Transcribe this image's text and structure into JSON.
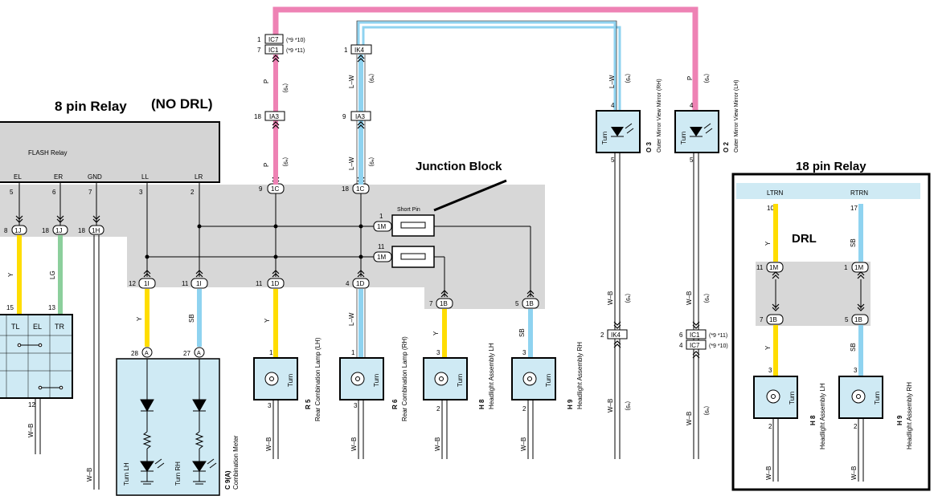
{
  "callouts": {
    "relay8": "8 pin Relay",
    "nodrl": "(NO DRL)",
    "junction": "Junction Block",
    "relay18": "18 pin Relay",
    "drl": "DRL"
  },
  "flash_relay": {
    "title": "FLASH Relay",
    "pins": [
      {
        "name": "EL",
        "num": "5",
        "conn": "1J",
        "cpin": "8"
      },
      {
        "name": "ER",
        "num": "6",
        "conn": "1J",
        "cpin": "18"
      },
      {
        "name": "GND",
        "num": "7",
        "conn": "1H",
        "cpin": "18"
      },
      {
        "name": "LL",
        "num": "3"
      },
      {
        "name": "LR",
        "num": "2"
      }
    ]
  },
  "wires": {
    "Y": "Y",
    "LG": "LG",
    "SB": "SB",
    "P": "P",
    "LW": "L–W",
    "WB": "W–B",
    "note9": "(*9)"
  },
  "junction_block": {
    "short_pin": "Short Pin",
    "c1": "1C",
    "c1_pin_p": "9",
    "c1_pin_lw": "18",
    "m1": "1M",
    "m1_pin_a": "1",
    "m1_pin_b": "11",
    "i1": "1I",
    "i1_pin_l": "12",
    "i1_pin_r": "11",
    "d1": "1D",
    "d1_pin_l": "11",
    "d1_pin_r": "4",
    "b1": "1B",
    "b1_pin_l": "7",
    "b1_pin_r": "5"
  },
  "connectors": {
    "ic7": "IC7",
    "ic1": "IC1",
    "ik4": "IK4",
    "ia3": "IA3",
    "ic7_pin": "1",
    "ic1_pin": "7",
    "ik4_pin": "1",
    "ia3_pin_p": "18",
    "ia3_pin_lw": "9",
    "ic7_note": "(*9 *10)",
    "ic1_note": "(*9 *11)",
    "ik4_low_pin": "2",
    "ic1_low_pin": "6",
    "ic7_low_pin": "4",
    "ic1_low_note": "(*9 *11)",
    "ic7_low_note": "(*9 *10)"
  },
  "meter": {
    "matrix_headers": [
      "TL",
      "EL",
      "TR"
    ],
    "pin15": "15",
    "pin13": "13",
    "pin12": "12",
    "pinA_l": "28",
    "pinA_r": "27",
    "conn_letter": "A",
    "lamp_lh": "Turn LH",
    "lamp_rh": "Turn RH",
    "code": "C 9(A)",
    "name": "Combination Meter"
  },
  "lamps": [
    {
      "code": "R 5",
      "name": "Rear Combination Lamp (LH)",
      "turn": "Turn",
      "pin_top": "1",
      "pin_bot": "3"
    },
    {
      "code": "R 6",
      "name": "Rear Combination Lamp (RH)",
      "turn": "Turn",
      "pin_top": "1",
      "pin_bot": "3"
    },
    {
      "code": "H 8",
      "name": "Headlight Assembly LH",
      "turn": "Turn",
      "pin_top": "3",
      "pin_bot": "2"
    },
    {
      "code": "H 9",
      "name": "Headlight Assembly RH",
      "turn": "Turn",
      "pin_top": "3",
      "pin_bot": "2"
    }
  ],
  "mirrors": [
    {
      "code": "O 3",
      "name": "Outer Mirror View Mirror (RH)",
      "turn": "Turn",
      "pin_top": "4",
      "pin_bot": "5"
    },
    {
      "code": "O 2",
      "name": "Outer Mirror View Mirror (LH)",
      "turn": "Turn",
      "pin_top": "4",
      "pin_bot": "5"
    }
  ],
  "relay18": {
    "ltrn": "LTRN",
    "rtrn": "RTRN",
    "ltrn_pin": "10",
    "rtrn_pin": "17",
    "m1": "1M",
    "m1_pin_l": "11",
    "m1_pin_r": "1",
    "b1": "1B",
    "b1_pin_l": "7",
    "b1_pin_r": "5",
    "lamps": [
      {
        "code": "H 8",
        "name": "Headlight Assembly LH",
        "turn": "Turn",
        "pin_top": "3",
        "pin_bot": "2"
      },
      {
        "code": "H 9",
        "name": "Headlight Assembly RH",
        "turn": "Turn",
        "pin_top": "3",
        "pin_bot": "2"
      }
    ]
  },
  "colors": {
    "yellow": "#ffdd00",
    "blue": "#8fd3f0",
    "pink": "#ee82b4",
    "green": "#8ccf9c",
    "gray": "#d7d7d7",
    "lamp_fill": "#cfeaf4",
    "relay_fill": "#d4d4d4"
  }
}
